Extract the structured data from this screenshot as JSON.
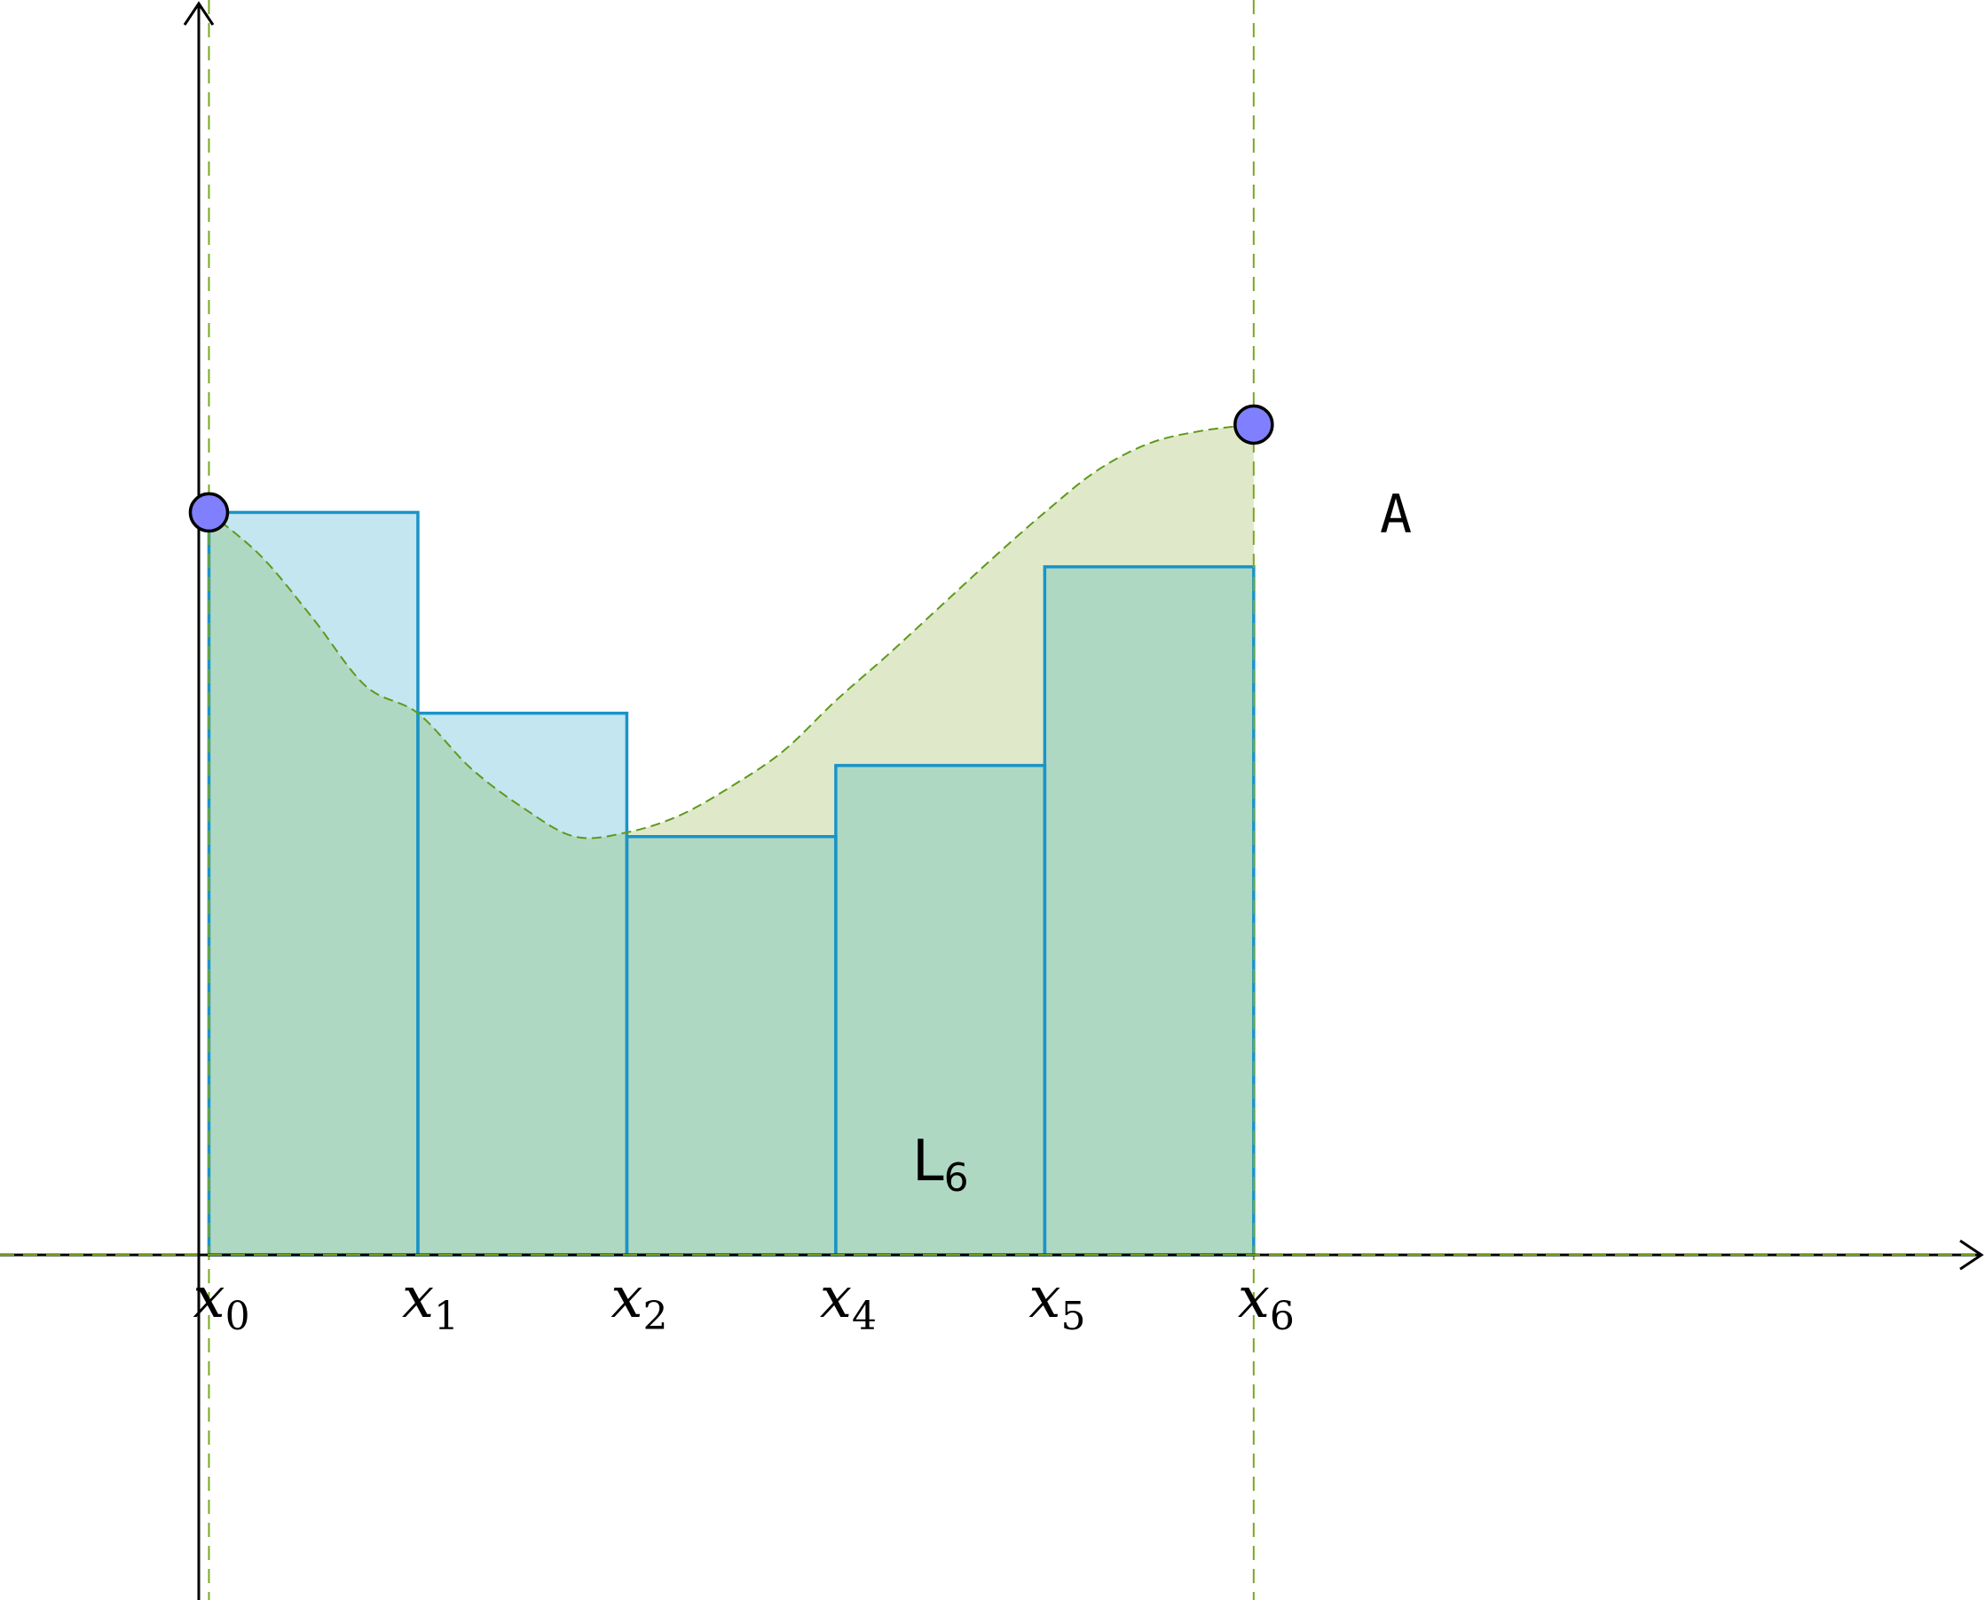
{
  "colors": {
    "axis": "#000000",
    "rect_stroke": "#1a94c7",
    "rect_fill": "#c4e6f0",
    "overlap_fill": "#afd8c3",
    "area_fill": "#dfe9c9",
    "curve_dashed": "#5e9a1a",
    "guide_dashed": "#7aa81f",
    "endpoint_fill": "#8080ff",
    "endpoint_stroke": "#000000"
  },
  "chart_data": {
    "type": "area",
    "curve_samples": [
      [
        0.0,
        3.55
      ],
      [
        0.25,
        3.34
      ],
      [
        0.5,
        3.04
      ],
      [
        0.75,
        2.72
      ],
      [
        1.0,
        2.59
      ],
      [
        1.25,
        2.33
      ],
      [
        1.5,
        2.14
      ],
      [
        1.75,
        2.0
      ],
      [
        2.0,
        2.02
      ],
      [
        2.25,
        2.1
      ],
      [
        2.5,
        2.24
      ],
      [
        2.75,
        2.41
      ],
      [
        3.0,
        2.65
      ],
      [
        3.25,
        2.87
      ],
      [
        3.5,
        3.1
      ],
      [
        3.75,
        3.33
      ],
      [
        4.0,
        3.55
      ],
      [
        4.25,
        3.75
      ],
      [
        4.5,
        3.88
      ],
      [
        4.75,
        3.94
      ],
      [
        5.0,
        3.97
      ]
    ],
    "partition_points": [
      0,
      1,
      2,
      3,
      4,
      5
    ],
    "rectangle_heights": [
      3.55,
      2.59,
      2.0,
      2.34,
      3.29
    ],
    "endpoints": [
      [
        0,
        3.55
      ],
      [
        5,
        3.97
      ]
    ],
    "xlim": [
      -1,
      8.5
    ],
    "ylim": [
      -1.65,
      6.0
    ]
  },
  "labels": {
    "ticks": [
      {
        "base": "x",
        "sub": "0"
      },
      {
        "base": "x",
        "sub": "1"
      },
      {
        "base": "x",
        "sub": "2"
      },
      {
        "base": "x",
        "sub": "4"
      },
      {
        "base": "x",
        "sub": "5"
      },
      {
        "base": "x",
        "sub": "6"
      }
    ],
    "region_main": "L",
    "region_sub": "6",
    "area_letter": "A"
  }
}
